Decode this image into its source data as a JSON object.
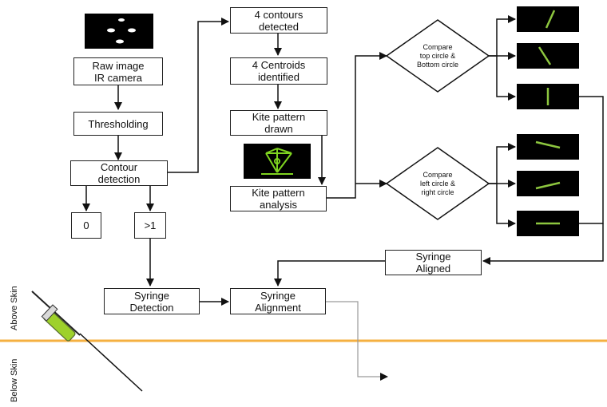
{
  "nodes": {
    "raw_image": "Raw image\nIR camera",
    "thresholding": "Thresholding",
    "contour_detection": "Contour\ndetection",
    "zero": "0",
    "gt1": ">1",
    "syringe_detection": "Syringe\nDetection",
    "syringe_alignment": "Syringe\nAlignment",
    "four_contours": "4 contours\ndetected",
    "four_centroids": "4 Centroids\nidentified",
    "kite_drawn": "Kite pattern\ndrawn",
    "kite_analysis": "Kite pattern\nanalysis",
    "compare_top_bottom": "Compare\ntop circle &\nBottom circle",
    "compare_left_right": "Compare\nleft circle &\nright circle",
    "syringe_aligned": "Syringe\nAligned"
  },
  "side_labels": {
    "above": "Above Skin",
    "below": "Below Skin"
  },
  "colors": {
    "skin_line": "#f5b041",
    "needle_green": "#9ed12b"
  }
}
